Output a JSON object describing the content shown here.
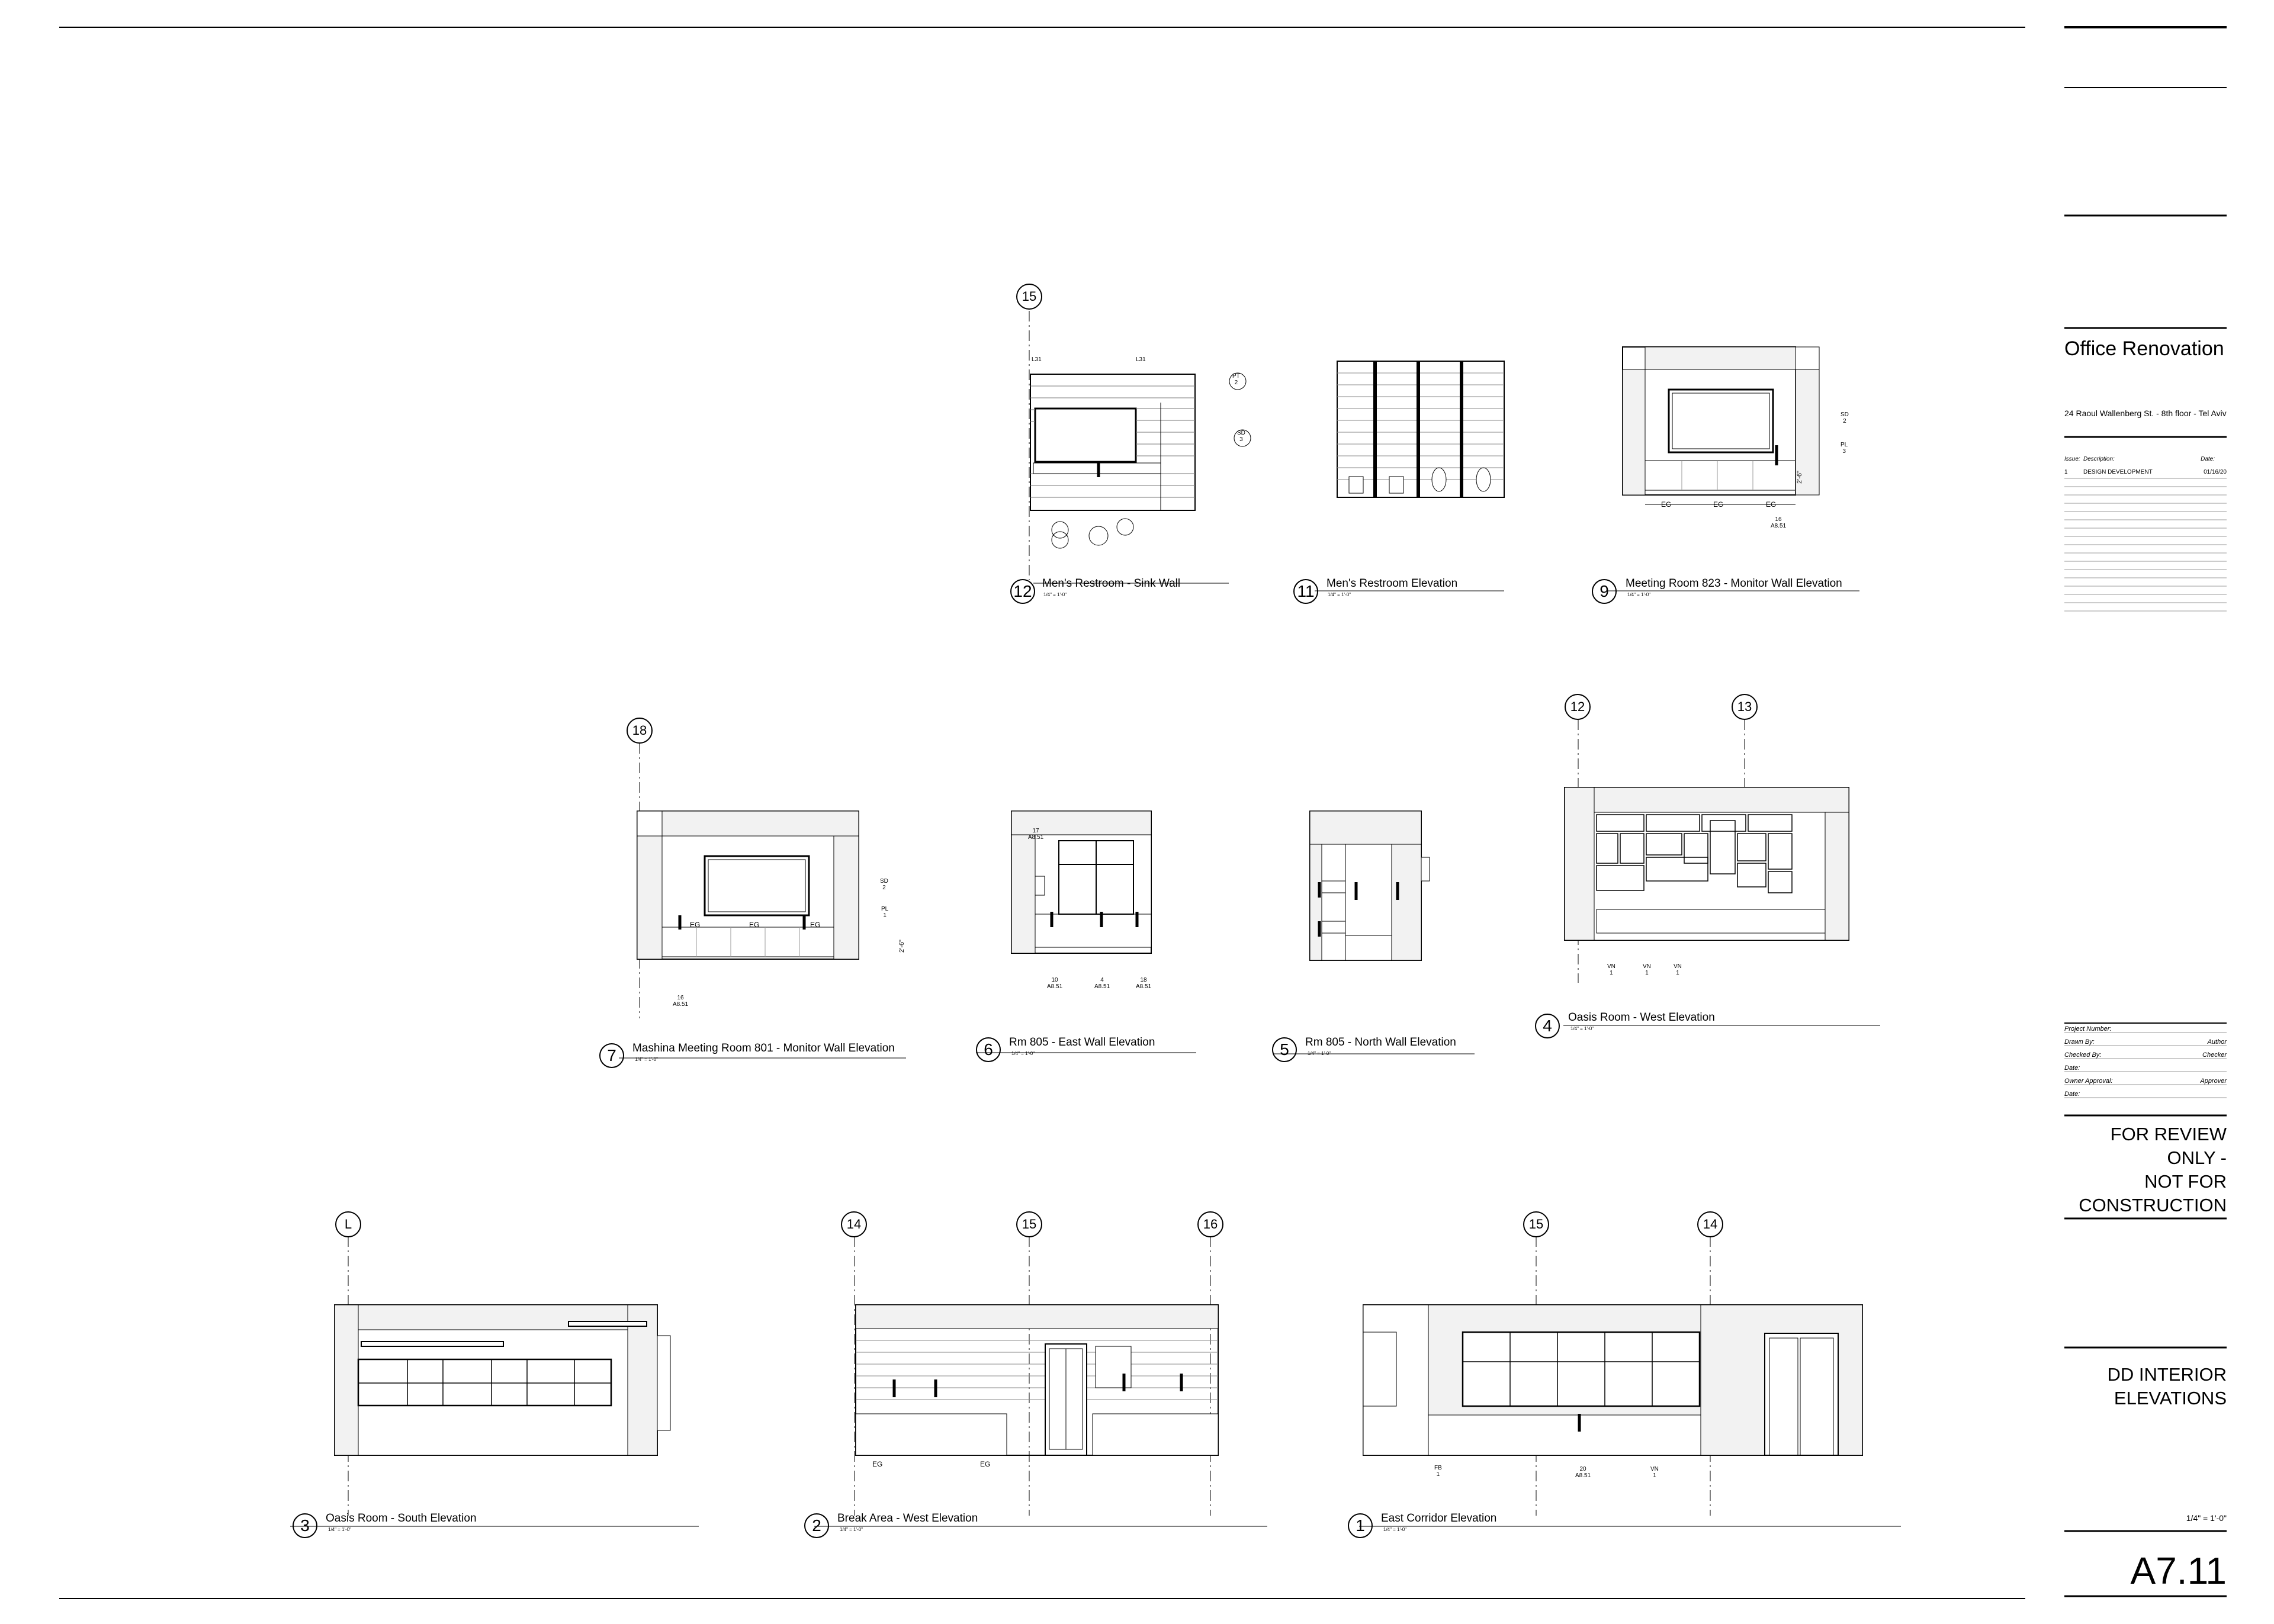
{
  "title_block": {
    "project_name": "Office Renovation",
    "address": "24 Raoul Wallenberg St. - 8th floor - Tel Aviv",
    "issue_header": {
      "issue": "Issue:",
      "description": "Description:",
      "date": "Date:"
    },
    "issues": [
      {
        "no": "1",
        "description": "DESIGN DEVELOPMENT",
        "date": "01/16/20"
      }
    ],
    "info": [
      {
        "label": "Project Number:",
        "value": ""
      },
      {
        "label": "Drawn By:",
        "value": "Author"
      },
      {
        "label": "Checked By:",
        "value": "Checker"
      },
      {
        "label": "Date:",
        "value": ""
      },
      {
        "label": "Owner Approval:",
        "value": "Approver"
      },
      {
        "label": "Date:",
        "value": ""
      }
    ],
    "review_note": [
      "FOR REVIEW",
      "ONLY -",
      "NOT FOR",
      "CONSTRUCTION"
    ],
    "sheet_title": [
      "DD INTERIOR",
      "ELEVATIONS"
    ],
    "scale": "1/4\" = 1'-0\"",
    "sheet_number": "A7.11"
  },
  "views": [
    {
      "num": "12",
      "title": "Men's Restroom - Sink Wall",
      "scale": "1/4\" = 1'-0\""
    },
    {
      "num": "11",
      "title": "Men's Restroom Elevation",
      "scale": "1/4\" = 1'-0\""
    },
    {
      "num": "9",
      "title": "Meeting Room 823 - Monitor Wall Elevation",
      "scale": "1/4\" = 1'-0\""
    },
    {
      "num": "7",
      "title": "Mashina Meeting Room 801 - Monitor Wall Elevation",
      "scale": "1/4\" = 1'-0\""
    },
    {
      "num": "6",
      "title": "Rm 805 - East Wall Elevation",
      "scale": "1/4\" = 1'-0\""
    },
    {
      "num": "5",
      "title": "Rm 805 - North Wall Elevation",
      "scale": "1/4\" = 1'-0\""
    },
    {
      "num": "4",
      "title": "Oasis Room - West Elevation",
      "scale": "1/4\" = 1'-0\""
    },
    {
      "num": "3",
      "title": "Oasis Room - South Elevation",
      "scale": "1/4\" = 1'-0\""
    },
    {
      "num": "2",
      "title": "Break Area - West Elevation",
      "scale": "1/4\" = 1'-0\""
    },
    {
      "num": "1",
      "title": "East Corridor Elevation",
      "scale": "1/4\" = 1'-0\""
    }
  ],
  "grid_bubbles": [
    "15",
    "18",
    "12",
    "13",
    "L",
    "14",
    "15",
    "16",
    "15",
    "14"
  ],
  "tags": {
    "eg": "EG",
    "pt2": [
      "PT",
      "2"
    ],
    "sd3": [
      "SD",
      "3"
    ],
    "sd2": [
      "SD",
      "2"
    ],
    "pl1": [
      "PL",
      "1"
    ],
    "pl3": [
      "PL",
      "3"
    ],
    "vn1": [
      "VN",
      "1"
    ],
    "fb1": [
      "FB",
      "1"
    ],
    "ref16": [
      "16",
      "A8.51"
    ],
    "ref10": [
      "10",
      "A8.51"
    ],
    "ref4": [
      "4",
      "A8.51"
    ],
    "ref17": [
      "17",
      "A8.51"
    ],
    "ref18": [
      "18",
      "A8.51"
    ],
    "ref20": [
      "20",
      "A8.51"
    ],
    "dim_26": "2'-6\""
  }
}
